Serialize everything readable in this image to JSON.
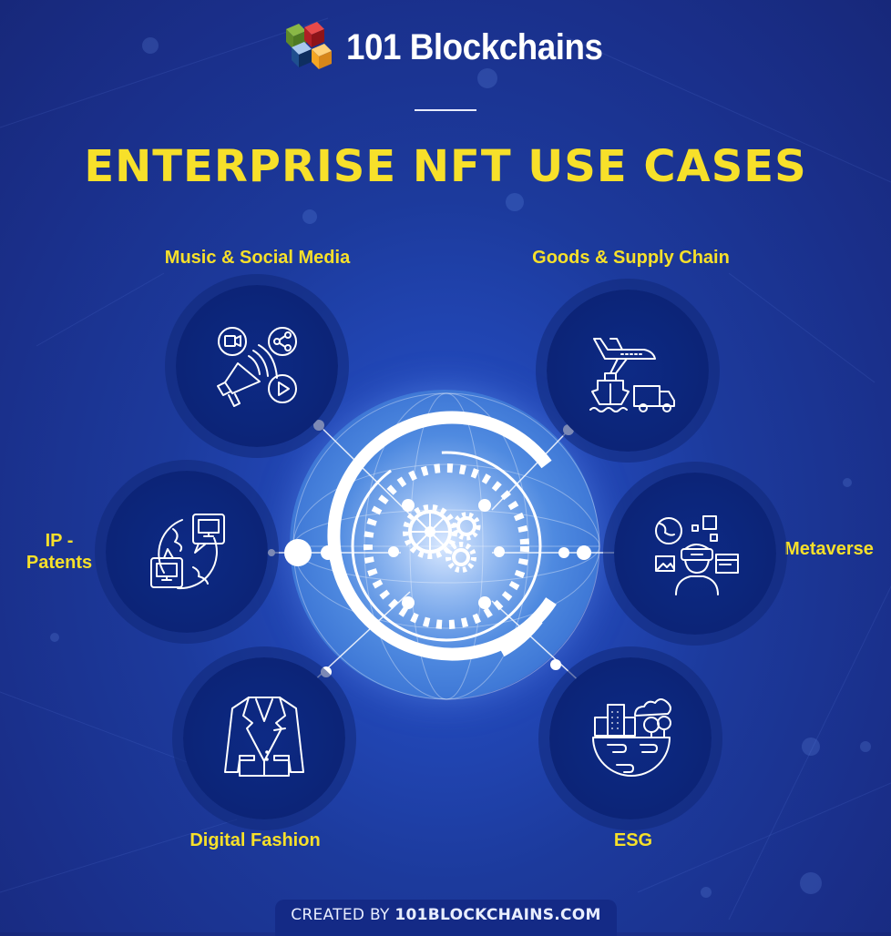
{
  "brand": {
    "name": "101 Blockchains",
    "logo_colors": [
      "#6a9a2e",
      "#d1232a",
      "#7ab0e0",
      "#0f3c7a",
      "#f5a623"
    ]
  },
  "title": "ENTERPRISE NFT USE CASES",
  "colors": {
    "background": "#1c3a9c",
    "accent_yellow": "#f7e02a",
    "circle_fill": "#0c2477",
    "icon_stroke": "#ffffff"
  },
  "use_cases": [
    {
      "label": "Music & Social Media",
      "icon": "megaphone-media-icon",
      "position": "top-left"
    },
    {
      "label": "Goods & Supply Chain",
      "icon": "plane-ship-truck-icon",
      "position": "top-right"
    },
    {
      "label_line1": "IP -",
      "label_line2": "Patents",
      "icon": "globe-chat-monitor-icon",
      "position": "middle-left"
    },
    {
      "label": "Metaverse",
      "icon": "vr-headset-person-icon",
      "position": "middle-right"
    },
    {
      "label": "Digital Fashion",
      "icon": "blazer-jacket-icon",
      "position": "bottom-left"
    },
    {
      "label": "ESG",
      "icon": "city-nature-earth-icon",
      "position": "bottom-right"
    }
  ],
  "center": {
    "icon": "gears-globe-icon"
  },
  "footer": {
    "prefix": "CREATED BY ",
    "site": "101BLOCKCHAINS.COM"
  }
}
